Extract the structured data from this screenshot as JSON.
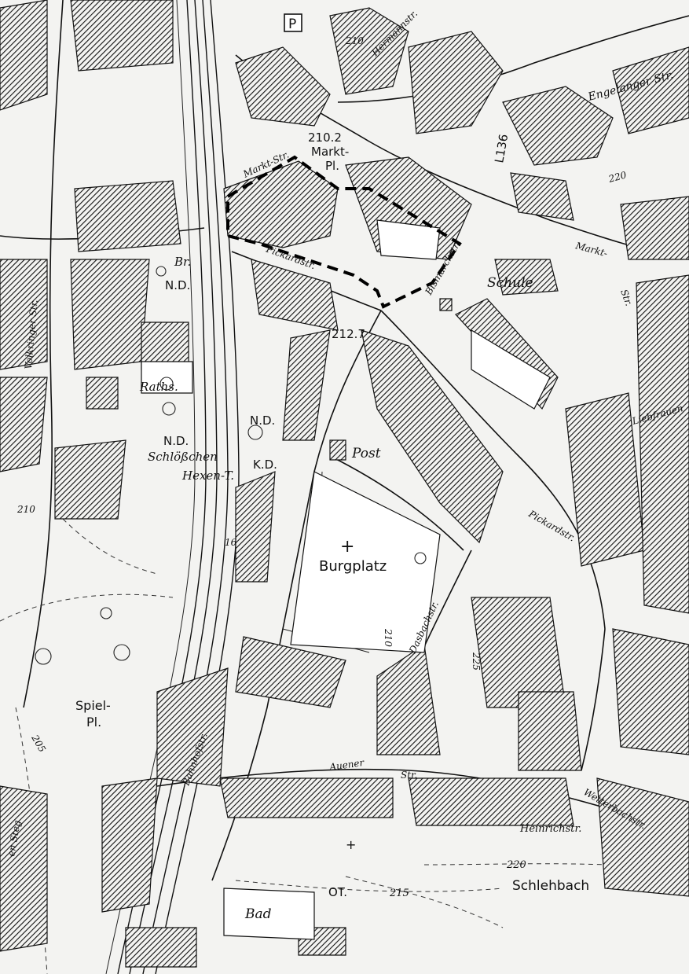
{
  "map": {
    "parking_symbol": "P",
    "labels": {
      "markt_pl_line1": "Markt-",
      "markt_pl_line2": "Pl.",
      "elevation_210_2": "210.2",
      "elevation_212_7": "212.7",
      "elevation_210_top": "210",
      "elevation_210_left": "210",
      "elevation_210_burgplatz": "210",
      "elevation_205": "205",
      "elevation_215": "215",
      "elevation_220": "220",
      "elevation_220_right": "220",
      "elevation_225": "225",
      "elevation_16": "16",
      "road_l136": "L136",
      "engelanger_str": "Engelanger Str.",
      "hermann_str": "Hermannstr.",
      "markt_str": "Markt-Str.",
      "markt_str_right": "Markt-",
      "markt_str_right2": "Str.",
      "pickardstr_top": "Pickardstr.",
      "pickardstr_right": "Pickardstr.",
      "bismarckstr": "Bismarckstr.",
      "schule": "Schule",
      "br": "Br.",
      "nd_top": "N.D.",
      "nd_mid": "N.D.",
      "nd_left": "N.D.",
      "kd": "K.D.",
      "raths": "Raths.",
      "schloesschen": "Schlößchen",
      "hexen": "Hexen-T.",
      "post": "Post",
      "burgplatz": "Burgplatz",
      "dasbachstr": "Dasbachstr.",
      "bahnhofstr": "Bahnhofstr.",
      "auenstr_a": "Auener",
      "auenstr_b": "Str.",
      "spiel_line1": "Spiel-",
      "spiel_line2": "Pl.",
      "volkringer_str": "Volkringer Str.",
      "liebfrauen": "Liebfrauen",
      "heinrichstr": "Heinrichstr.",
      "wetterbachstr": "Wetterbachstr.",
      "schlehbach": "Schlehbach",
      "bad": "Bad",
      "ot": "OT.",
      "ten_steg": "en Steg",
      "cross_symbol": "+"
    }
  }
}
